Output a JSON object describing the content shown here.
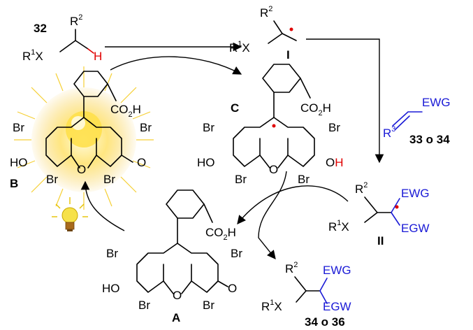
{
  "labels": {
    "cmpd_32": "32",
    "r2": "R",
    "r2_sup": "2",
    "r1x_r": "R",
    "r1x_sup": "1",
    "r1x_x": "X",
    "h": "H",
    "radical_I": "I",
    "radical_II": "II",
    "species_A": "A",
    "species_B": "B",
    "species_C": "C",
    "alkene_ewg": "EWG",
    "alkene_r3": "R",
    "alkene_r3_sup": "3",
    "cmpd_33_34": "33 o 34",
    "product_ewg": "EWG",
    "product_egw": "EGW",
    "cmpd_34_36": "34 o 36",
    "co2h": "CO",
    "co2h_sub": "2",
    "co2h_h": "H",
    "br": "Br",
    "ho": "HO",
    "oh_o": "O",
    "oh_h": "H",
    "o": "O",
    "ring_o": "O"
  },
  "colors": {
    "black": "#000000",
    "blue": "#1a1ad6",
    "red": "#e00000",
    "glow": "#f3c400",
    "bulb": "#f6e14a"
  },
  "icons": [
    "light-bulb-icon",
    "excited-glow-icon",
    "radical-dot-icon"
  ]
}
